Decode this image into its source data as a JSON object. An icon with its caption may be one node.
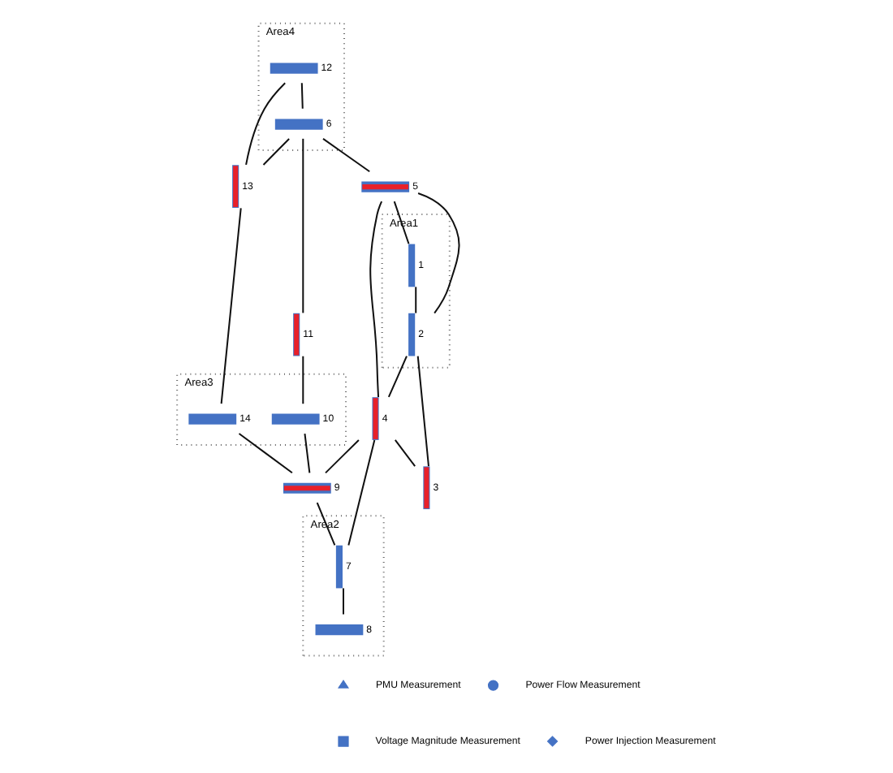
{
  "diagram": {
    "nodes": [
      {
        "text": [
          "Area4"
        ]
      },
      {
        "text": [
          "Area3"
        ]
      },
      {
        "text": [
          "Area1"
        ]
      },
      {
        "text": [
          "Area2"
        ]
      },
      {
        "text": [],
        "shape": "bar",
        "beside": [
          "12"
        ],
        "in": 0
      },
      {
        "text": [],
        "shape": "bar",
        "beside": [
          "13"
        ]
      },
      {
        "text": [],
        "shape": "bar",
        "beside": [
          "14"
        ],
        "in": 1
      },
      {
        "text": [],
        "shape": "bar",
        "beside": [
          "6"
        ],
        "in": 0
      },
      {
        "text": [],
        "shape": "bar",
        "beside": [
          "11"
        ]
      },
      {
        "text": [],
        "shape": "bar",
        "beside": [
          "10"
        ],
        "in": 1
      },
      {
        "text": [],
        "shape": "bar",
        "beside": [
          "5"
        ]
      },
      {
        "text": [],
        "shape": "bar",
        "beside": [
          "9"
        ]
      },
      {
        "text": [],
        "shape": "bar",
        "beside": [
          "4"
        ]
      },
      {
        "text": [],
        "shape": "bar",
        "beside": [
          "1"
        ],
        "in": 2
      },
      {
        "text": [],
        "shape": "bar",
        "beside": [
          "7"
        ],
        "in": 3
      },
      {
        "text": [],
        "shape": "bar",
        "beside": [
          "2"
        ],
        "in": 2
      },
      {
        "text": [],
        "shape": "bar",
        "beside": [
          "3"
        ]
      },
      {
        "text": [],
        "shape": "bar",
        "beside": [
          "8"
        ],
        "in": 3
      }
    ],
    "edges": [
      {
        "from": 4,
        "to": 7,
        "arrow": "none"
      },
      {
        "from": 4,
        "to": 5,
        "arrow": "none"
      },
      {
        "from": 7,
        "to": 5,
        "arrow": "none"
      },
      {
        "from": 7,
        "to": 8,
        "arrow": "none"
      },
      {
        "from": 7,
        "to": 10,
        "arrow": "none"
      },
      {
        "from": 5,
        "to": 6,
        "arrow": "none"
      },
      {
        "from": 8,
        "to": 9,
        "arrow": "none"
      },
      {
        "from": 9,
        "to": 11,
        "arrow": "none"
      },
      {
        "from": 6,
        "to": 11,
        "arrow": "none"
      },
      {
        "from": 10,
        "to": 13,
        "arrow": "none"
      },
      {
        "from": 10,
        "to": 15,
        "arrow": "none"
      },
      {
        "from": 10,
        "to": 12,
        "arrow": "none"
      },
      {
        "from": 13,
        "to": 15,
        "arrow": "none"
      },
      {
        "from": 15,
        "to": 12,
        "arrow": "none"
      },
      {
        "from": 15,
        "to": 16,
        "arrow": "none"
      },
      {
        "from": 12,
        "to": 16,
        "arrow": "none"
      },
      {
        "from": 12,
        "to": 11,
        "arrow": "none"
      },
      {
        "from": 12,
        "to": 14,
        "arrow": "none"
      },
      {
        "from": 11,
        "to": 14,
        "arrow": "none"
      },
      {
        "from": 14,
        "to": 17,
        "arrow": "none"
      }
    ],
    "legend": [
      {
        "text": "PMU Measurement"
      },
      {
        "text": "Power Flow Measurement"
      },
      {
        "text": "Voltage Magnitude Measurement"
      },
      {
        "text": "Power Injection Measurement"
      }
    ]
  }
}
